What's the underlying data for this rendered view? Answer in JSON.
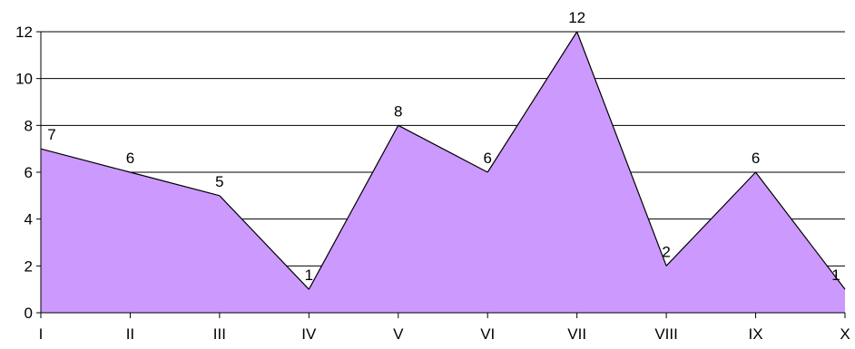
{
  "chart_data": {
    "type": "area",
    "categories": [
      "I",
      "II",
      "III",
      "IV",
      "V",
      "VI",
      "VII",
      "VIII",
      "IX",
      "X"
    ],
    "series": [
      {
        "values": [
          7,
          6,
          5,
          1,
          8,
          6,
          12,
          2,
          6,
          1
        ]
      }
    ],
    "data_labels": [
      "7",
      "6",
      "5",
      "1",
      "8",
      "6",
      "12",
      "2",
      "6",
      "1"
    ],
    "y_ticks": [
      "0",
      "2",
      "4",
      "6",
      "8",
      "10",
      "12"
    ],
    "ylim": [
      0,
      12
    ],
    "y_tick_step": 2,
    "grid": "horizontal",
    "legend": "none",
    "colors": {
      "area_fill": "#cc99ff",
      "area_line": "#000000",
      "grid": "#000000",
      "axis": "#000000",
      "text": "#000000"
    }
  }
}
